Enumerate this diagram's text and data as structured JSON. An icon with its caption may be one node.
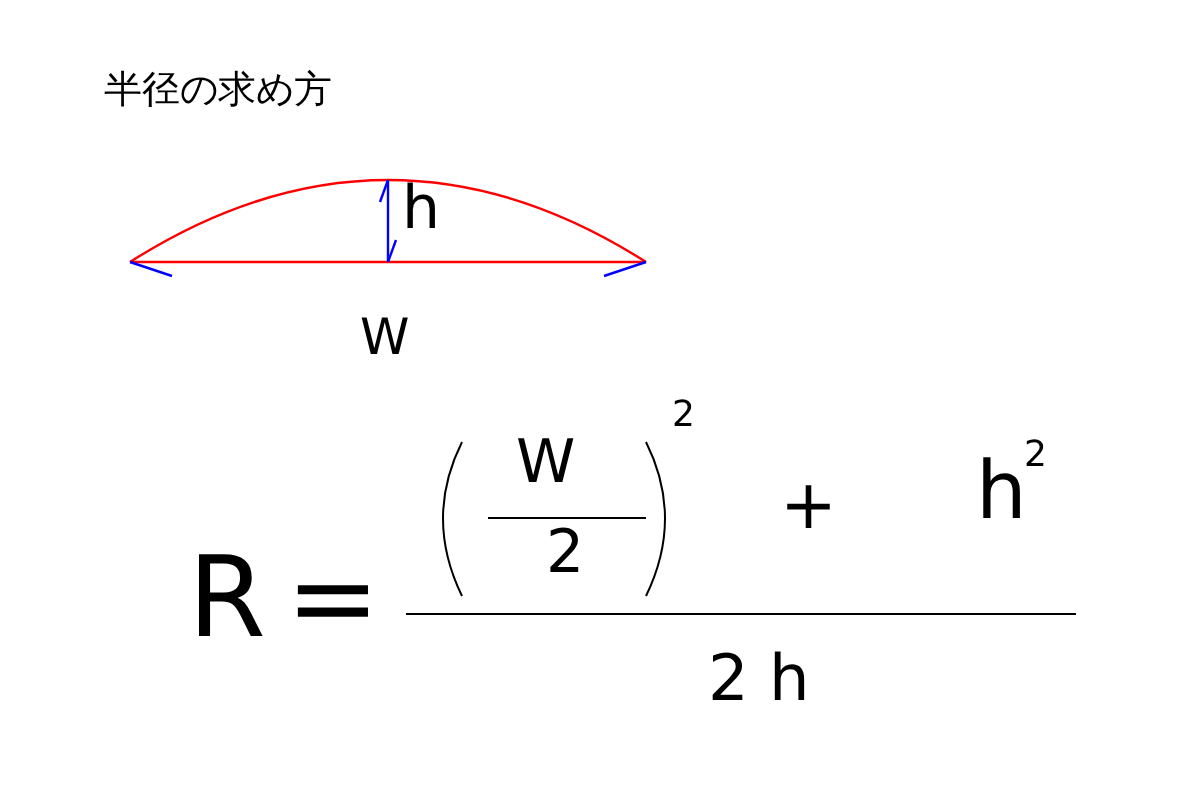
{
  "diagram": {
    "title": "半径の求め方",
    "labels": [
      "h",
      "W",
      "R",
      "=",
      "W",
      "2",
      "2",
      "+",
      "h",
      "2",
      "2 h"
    ]
  }
}
